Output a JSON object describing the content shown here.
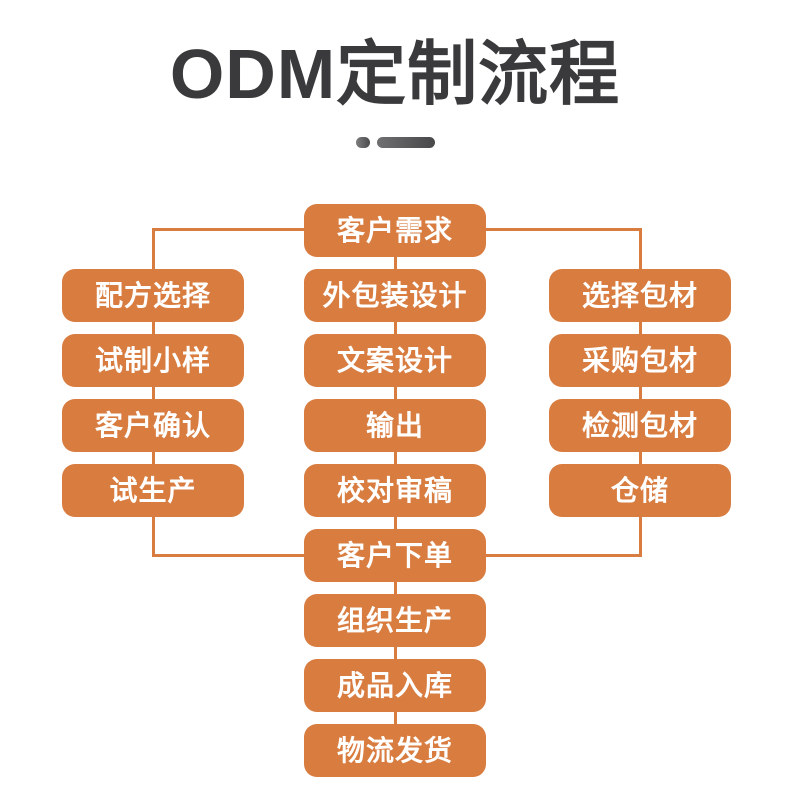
{
  "header": {
    "title": "ODM定制流程"
  },
  "flowchart": {
    "top_node": {
      "label": "客户需求"
    },
    "left_column": {
      "items": [
        {
          "label": "配方选择"
        },
        {
          "label": "试制小样"
        },
        {
          "label": "客户确认"
        },
        {
          "label": "试生产"
        }
      ]
    },
    "middle_column": {
      "items": [
        {
          "label": "外包装设计"
        },
        {
          "label": "文案设计"
        },
        {
          "label": "输出"
        },
        {
          "label": "校对审稿"
        },
        {
          "label": "客户下单"
        },
        {
          "label": "组织生产"
        },
        {
          "label": "成品入库"
        },
        {
          "label": "物流发货"
        }
      ]
    },
    "right_column": {
      "items": [
        {
          "label": "选择包材"
        },
        {
          "label": "采购包材"
        },
        {
          "label": "检测包材"
        },
        {
          "label": "仓储"
        }
      ]
    }
  },
  "colors": {
    "node_fill": "#D87C40",
    "node_text": "#FFFFFF",
    "connector": "#D87C40",
    "title_text": "#3A3A3C",
    "divider": "#58585A",
    "background": "#FFFFFF"
  }
}
